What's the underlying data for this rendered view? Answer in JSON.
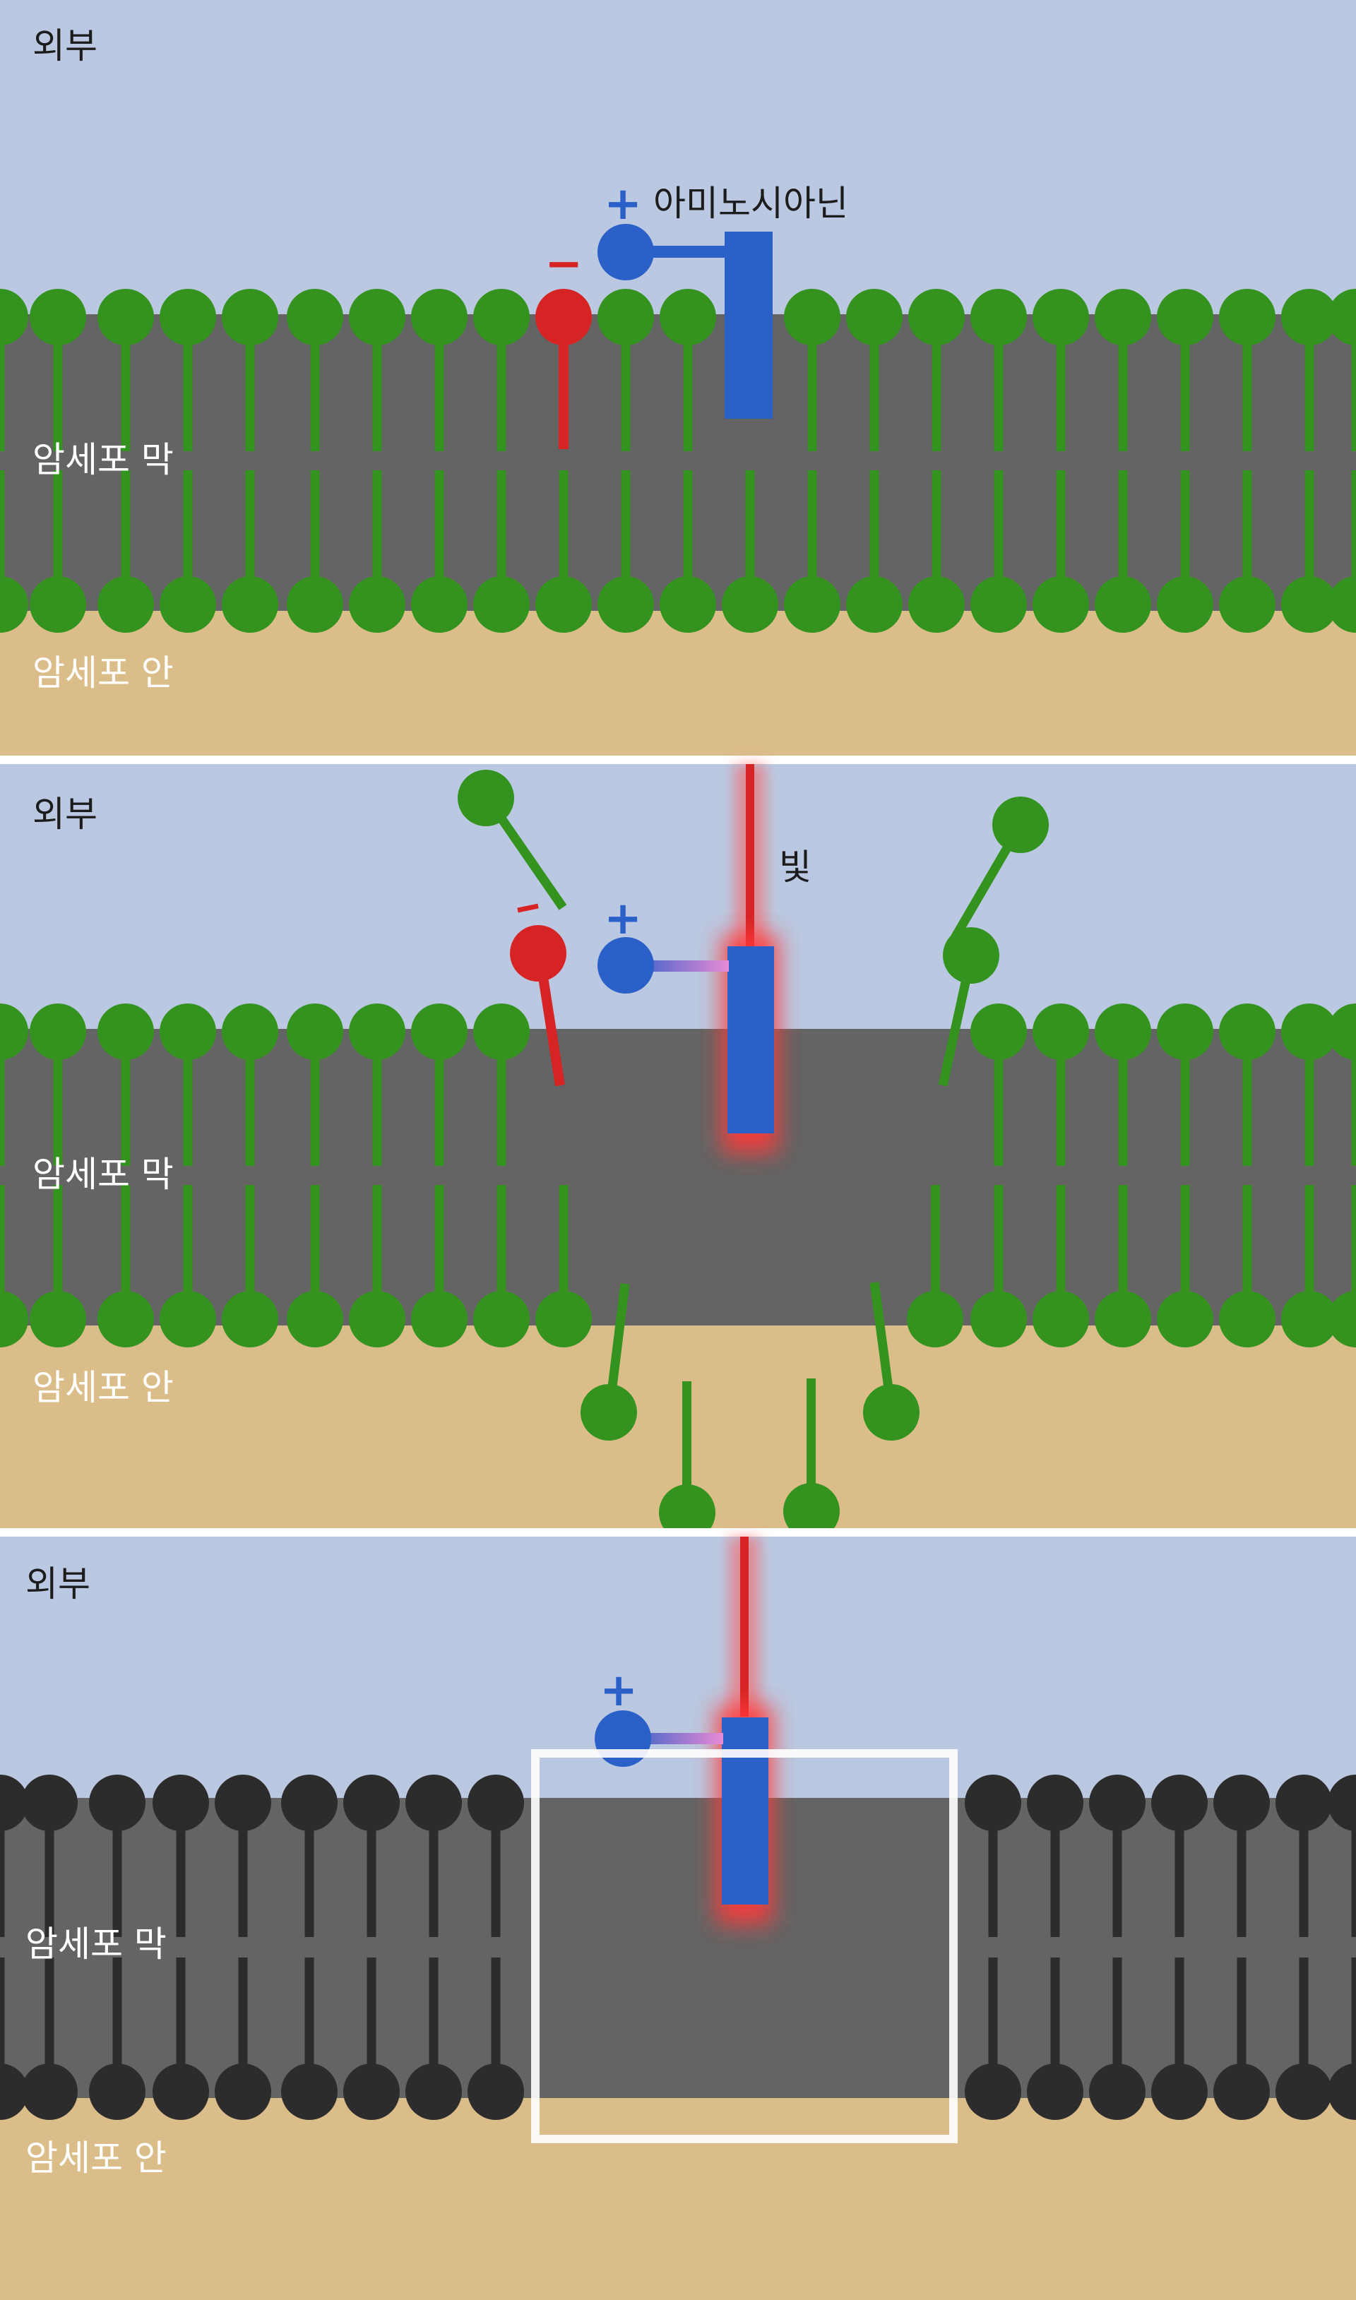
{
  "panels": [
    {
      "id": "before",
      "labels": {
        "outside": "외부",
        "membrane": "암세포 막",
        "inside": "암세포 안"
      },
      "molecule_label": "아미노시아닌",
      "plus_sign": "+",
      "minus_sign": "−"
    },
    {
      "id": "light",
      "labels": {
        "outside": "외부",
        "membrane": "암세포 막",
        "inside": "암세포 안"
      },
      "light_label": "빛",
      "plus_sign": "+",
      "minus_sign": "−"
    },
    {
      "id": "after",
      "labels": {
        "outside": "외부",
        "membrane": "암세포 막",
        "inside": "암세포 안"
      },
      "plus_sign": "+"
    }
  ],
  "colors": {
    "outside": "#bac9e1",
    "membrane": "#646464",
    "inside": "#dbbd8a",
    "lipid_green": "#33931e",
    "lipid_dark": "#2c2c2c",
    "molecule_blue": "#2a60c7",
    "phosphate_red": "#d62424",
    "light_red": "#ff4444"
  },
  "icons": [
    "lipid-head-icon",
    "lipid-tail-icon",
    "molecule-head-icon",
    "molecule-body-icon",
    "light-beam-icon"
  ]
}
